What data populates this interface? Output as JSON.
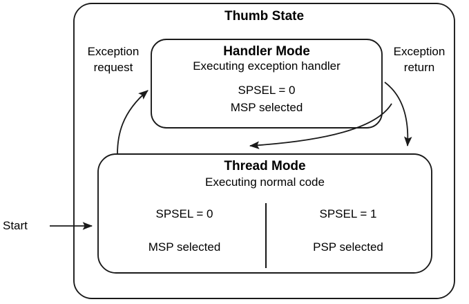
{
  "diagram": {
    "type": "state-diagram",
    "subject": "ARM Cortex-M operation modes and stack pointer selection",
    "colors": {
      "stroke": "#1a1a1a",
      "text": "#000000",
      "background": "#ffffff"
    },
    "outer_box": {
      "title": "Thumb State"
    },
    "handler_mode": {
      "title": "Handler Mode",
      "subtitle": "Executing exception handler",
      "spsel": "SPSEL = 0",
      "stack": "MSP selected"
    },
    "thread_mode": {
      "title": "Thread Mode",
      "subtitle": "Executing normal code",
      "left": {
        "spsel": "SPSEL = 0",
        "stack": "MSP selected"
      },
      "right": {
        "spsel": "SPSEL = 1",
        "stack": "PSP selected"
      }
    },
    "edges": {
      "start": "Start",
      "exception_request_line1": "Exception",
      "exception_request_line2": "request",
      "exception_return_line1": "Exception",
      "exception_return_line2": "return"
    }
  }
}
